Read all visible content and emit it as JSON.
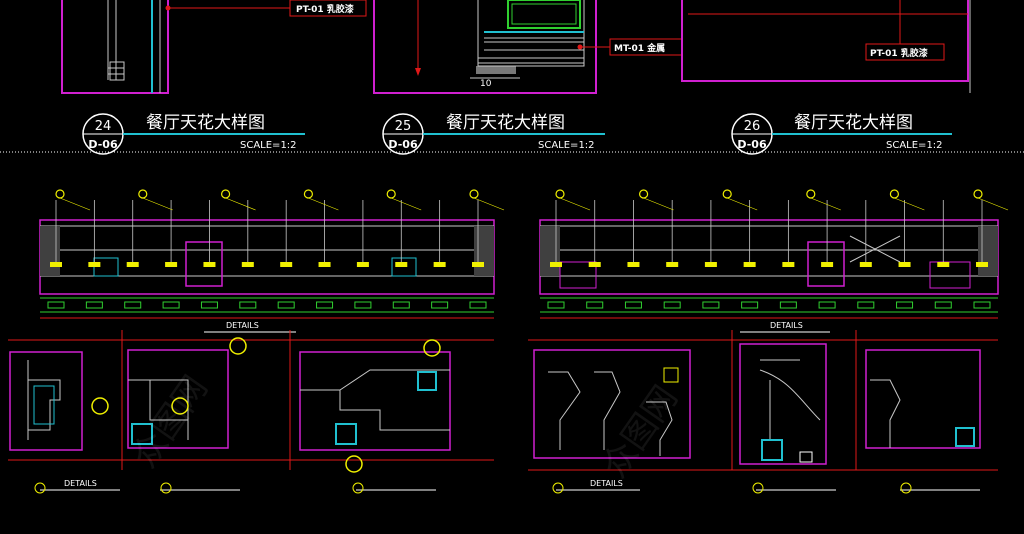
{
  "top_panels": [
    {
      "number": "24",
      "sheet": "D-06",
      "title": "餐厅天花大样图",
      "scale": "SCALE=1:2"
    },
    {
      "number": "25",
      "sheet": "D-06",
      "title": "餐厅天花大样图",
      "scale": "SCALE=1:2"
    },
    {
      "number": "26",
      "sheet": "D-06",
      "title": "餐厅天花大样图",
      "scale": "SCALE=1:2"
    }
  ],
  "tags": {
    "tag1": "PT-01  乳胶漆",
    "tag2": "MT-01  金属",
    "tag3": "PT-01  乳胶漆",
    "dim": "10"
  },
  "lower_sheets": [
    {
      "section_title": "DETAILS",
      "detail_title": "DETAILS"
    },
    {
      "section_title": "DETAILS",
      "detail_title": "DETAILS"
    }
  ],
  "watermark": "众图网",
  "colors": {
    "magenta": "#d020d0",
    "cyan": "#20c0d0",
    "yellow": "#f0f000",
    "green": "#30d030",
    "red": "#e01818"
  }
}
